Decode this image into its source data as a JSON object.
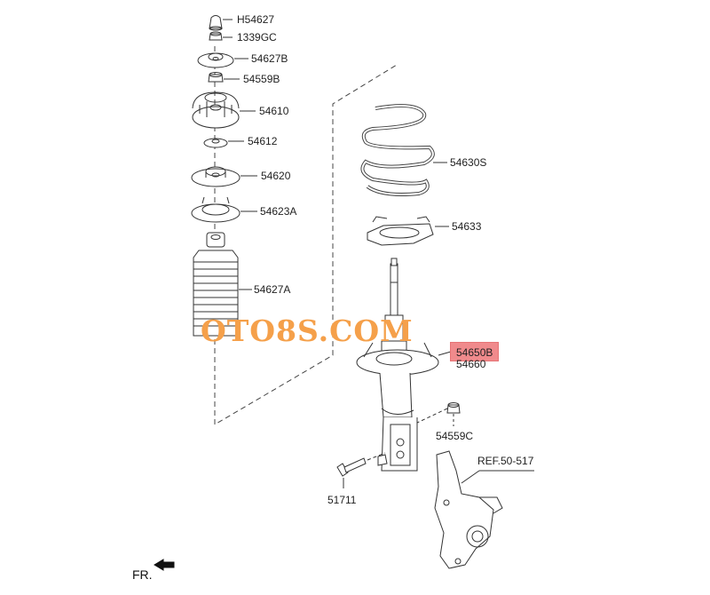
{
  "parts": {
    "h54627": "H54627",
    "p1339gc": "1339GC",
    "p54627b": "54627B",
    "p54559b": "54559B",
    "p54610": "54610",
    "p54612": "54612",
    "p54620": "54620",
    "p54623a": "54623A",
    "p54627a": "54627A",
    "p54630s": "54630S",
    "p54633": "54633",
    "p54650b": "54650B",
    "p54660": "54660",
    "p54559c": "54559C",
    "p51711": "51711",
    "ref": "REF.50-517"
  },
  "watermark": "OTO8S.COM",
  "direction": {
    "label": "FR.",
    "icon": "arrow-icon"
  },
  "colors": {
    "line": "#333333",
    "highlight": "#f08a8c",
    "watermark": "#f5a04a"
  }
}
